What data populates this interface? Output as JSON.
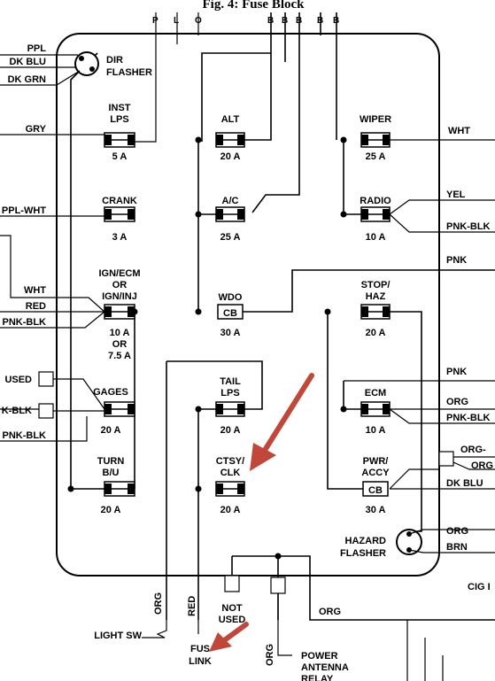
{
  "title": "Fig. 4: Fuse Block",
  "top_wires": [
    "P",
    "L",
    "O",
    "B",
    "B",
    "B",
    "B",
    "B"
  ],
  "flasher": {
    "dir": [
      "DIR",
      "FLASHER"
    ],
    "hazard": [
      "HAZARD",
      "FLASHER"
    ]
  },
  "fuses": [
    {
      "id": "inst-lps",
      "lines": [
        "INST",
        "LPS"
      ],
      "rating": "5 A",
      "cb": false
    },
    {
      "id": "crank",
      "lines": [
        "CRANK"
      ],
      "rating": "3 A",
      "cb": false
    },
    {
      "id": "ign-ecm",
      "lines": [
        "IGN/ECM",
        "OR",
        "IGN/INJ"
      ],
      "rating": "10 A",
      "rating_extra": [
        "OR",
        "7.5 A"
      ],
      "cb": false
    },
    {
      "id": "gages",
      "lines": [
        "GAGES"
      ],
      "rating": "20 A",
      "cb": false
    },
    {
      "id": "turn-bu",
      "lines": [
        "TURN",
        "B/U"
      ],
      "rating": "20 A",
      "cb": false
    },
    {
      "id": "alt",
      "lines": [
        "ALT"
      ],
      "rating": "20 A",
      "cb": false
    },
    {
      "id": "ac",
      "lines": [
        "A/C"
      ],
      "rating": "25 A",
      "cb": false
    },
    {
      "id": "wdo",
      "lines": [
        "WDO"
      ],
      "rating": "30 A",
      "cb": true,
      "cb_label": "CB"
    },
    {
      "id": "tail-lps",
      "lines": [
        "TAIL",
        "LPS"
      ],
      "rating": "20 A",
      "cb": false
    },
    {
      "id": "ctsy-clk",
      "lines": [
        "CTSY/",
        "CLK"
      ],
      "rating": "20 A",
      "cb": false
    },
    {
      "id": "wiper",
      "lines": [
        "WIPER"
      ],
      "rating": "25 A",
      "cb": false
    },
    {
      "id": "radio",
      "lines": [
        "RADIO"
      ],
      "rating": "10 A",
      "cb": false
    },
    {
      "id": "stop-haz",
      "lines": [
        "STOP/",
        "HAZ"
      ],
      "rating": "20 A",
      "cb": false
    },
    {
      "id": "ecm",
      "lines": [
        "ECM"
      ],
      "rating": "10 A",
      "cb": false
    },
    {
      "id": "pwr-accy",
      "lines": [
        "PWR/",
        "ACCY"
      ],
      "rating": "30 A",
      "cb": true,
      "cb_label": "CB"
    }
  ],
  "left_wires": [
    "PPL",
    "DK BLU",
    "DK GRN",
    "GRY",
    "PPL-WHT",
    "WHT",
    "RED",
    "PNK-BLK",
    "USED",
    "K-BLK",
    "PNK-BLK"
  ],
  "right_wires": [
    "WHT",
    "YEL",
    "PNK-BLK",
    "PNK",
    "PNK",
    "ORG",
    "PNK-BLK",
    "ORG-",
    "ORG",
    "DK BLU",
    "ORG",
    "BRN"
  ],
  "bottom_labels": {
    "org_left": "ORG",
    "red": "RED",
    "org_mid": "ORG",
    "org_right": "ORG",
    "light_sw": "LIGHT SW",
    "fuse_link": [
      "FUS",
      "LINK"
    ],
    "not_used": [
      "NOT",
      "USED"
    ],
    "power_antenna": [
      "POWER",
      "ANTENNA",
      "RELAY"
    ],
    "cig": "CIG I"
  }
}
